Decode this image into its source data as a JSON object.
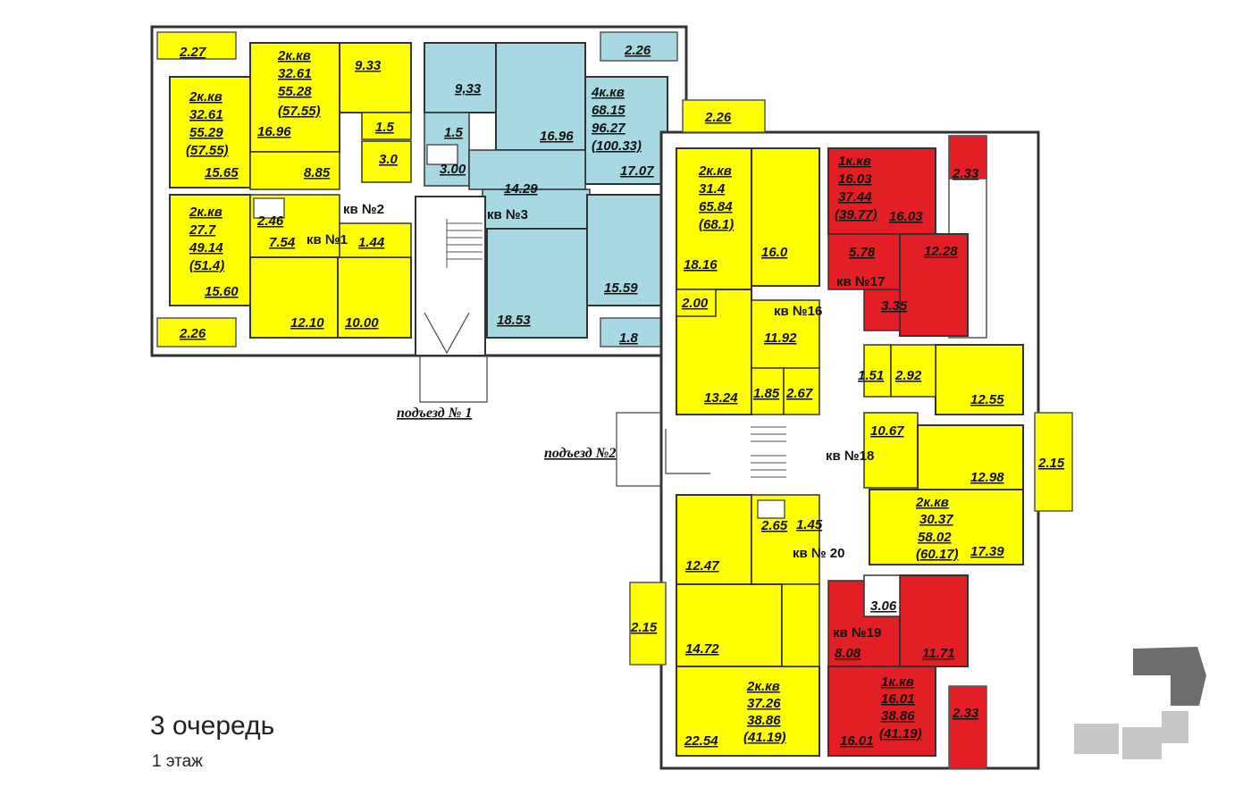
{
  "title": "3 очередь",
  "subtitle": "1 этаж",
  "colors": {
    "yellow": "#ffff00",
    "blue": "#a8d8e2",
    "red": "#e31e24",
    "wall": "#333333",
    "key_dark": "#6d6d6d",
    "key_light": "#c6c6c6"
  },
  "entrances": [
    "подъезд № 1",
    "подъезд №2"
  ],
  "apartments": [
    "кв №1",
    "кв №2",
    "кв №3",
    "кв №16",
    "кв №17",
    "кв №18",
    "кв №19",
    "кв № 20"
  ],
  "labels": {
    "a1": "2.27",
    "a2": "2к.кв",
    "a3": "32.61",
    "a4": "55.29",
    "a5": "(57.55)",
    "a6": "15.65",
    "b1": "2к.кв",
    "b2": "32.61",
    "b3": "55.28",
    "b4": "(57.55)",
    "b5": "16.96",
    "b6": "9.33",
    "b7": "1.5",
    "b8": "3.0",
    "b9": "8.85",
    "c1": "2к.кв",
    "c2": "27.7",
    "c3": "49.14",
    "c4": "(51.4)",
    "c5": "15.60",
    "c6": "2.46",
    "c7": "7.54",
    "c8": "1.44",
    "c9": "12.10",
    "c10": "10.00",
    "c11": "2.26",
    "d1": "9,33",
    "d2": "1.5",
    "d3": "3.00",
    "d4": "16.96",
    "d5": "14.29",
    "d6": "2.26",
    "d7": "4к.кв",
    "d8": "68.15",
    "d9": "96.27",
    "d10": "(100.33)",
    "d11": "17.07",
    "d12": "18.53",
    "d13": "15.59",
    "d14": "1.8",
    "e1": "2.26",
    "e2": "2к.кв",
    "e3": "31.4",
    "e4": "65.84",
    "e5": "(68.1)",
    "e6": "18.16",
    "e7": "16.0",
    "e8": "2.00",
    "e9": "11.92",
    "e10": "13.24",
    "e11": "1.85",
    "e12": "2.67",
    "f1": "1к.кв",
    "f2": "16.03",
    "f3": "37.44",
    "f4": "(39.77)",
    "f5": "16.03",
    "f6": "2.33",
    "f7": "5.78",
    "f8": "12.28",
    "f9": "3.35",
    "g1": "1.51",
    "g2": "2.92",
    "g3": "12.55",
    "g4": "10.67",
    "g5": "12.98",
    "g6": "2.15",
    "g7": "2к.кв",
    "g8": "30.37",
    "g9": "58.02",
    "g10": "(60.17)",
    "g11": "17.39",
    "h1": "2.65",
    "h2": "1.45",
    "h3": "12.47",
    "h4": "2.15",
    "h5": "14.72",
    "h6": "2к.кв",
    "h7": "37.26",
    "h8": "38.86",
    "h9": "(41.19)",
    "h10": "22.54",
    "i1": "3.06",
    "i2": "8.08",
    "i3": "11.71",
    "i4": "1к.кв",
    "i5": "16.01",
    "i6": "38.86",
    "i7": "(41.19)",
    "i8": "2.33",
    "i9": "16.01"
  }
}
